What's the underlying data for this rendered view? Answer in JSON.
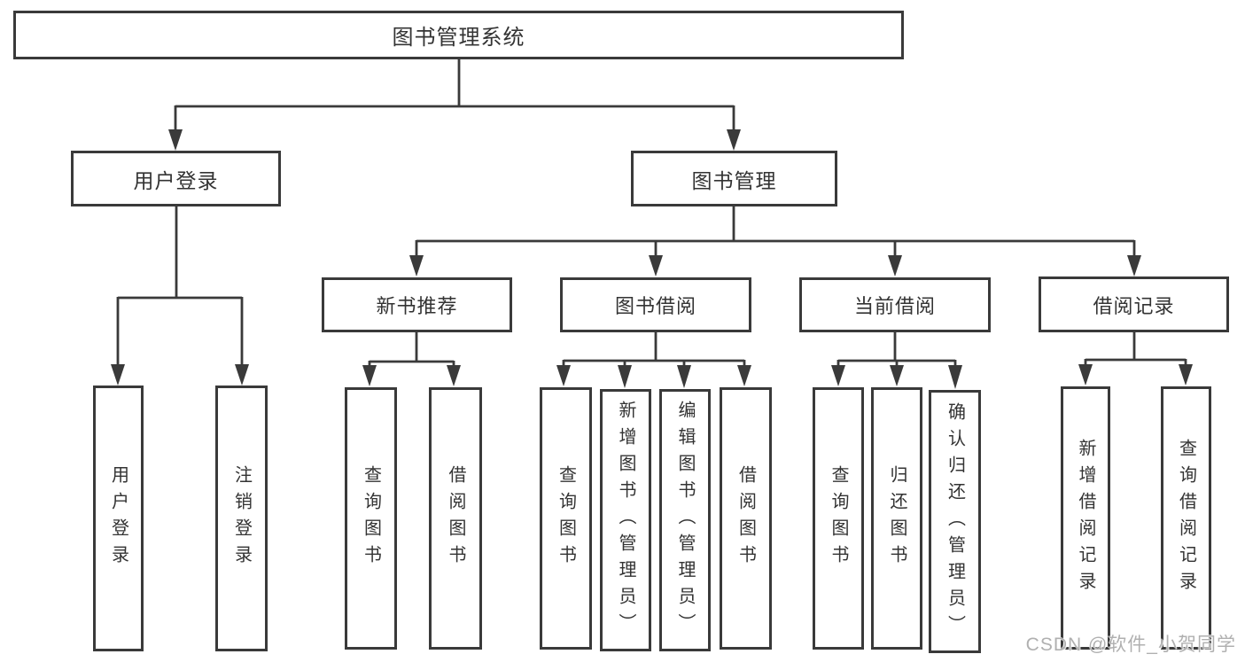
{
  "diagram": {
    "root": {
      "label": "图书管理系统"
    },
    "branches": [
      {
        "label": "用户登录",
        "children": [
          {
            "label": "用户登录"
          },
          {
            "label": "注销登录"
          }
        ]
      },
      {
        "label": "图书管理",
        "children": [
          {
            "label": "新书推荐",
            "children": [
              {
                "label": "查询图书"
              },
              {
                "label": "借阅图书"
              }
            ]
          },
          {
            "label": "图书借阅",
            "children": [
              {
                "label": "查询图书"
              },
              {
                "label": "新增图书（管理员）"
              },
              {
                "label": "编辑图书（管理员）"
              },
              {
                "label": "借阅图书"
              }
            ]
          },
          {
            "label": "当前借阅",
            "children": [
              {
                "label": "查询图书"
              },
              {
                "label": "归还图书"
              },
              {
                "label": "确认归还（管理员）"
              }
            ]
          },
          {
            "label": "借阅记录",
            "children": [
              {
                "label": "新增借阅记录"
              },
              {
                "label": "查询借阅记录"
              }
            ]
          }
        ]
      }
    ]
  },
  "watermark": {
    "text": "CSDN @软件_小贺同学"
  },
  "colors": {
    "line": "#3a3a3a",
    "box_border": "#3a3a3a",
    "text": "#333333",
    "watermark": "#b0b0b0",
    "background": "#ffffff"
  }
}
